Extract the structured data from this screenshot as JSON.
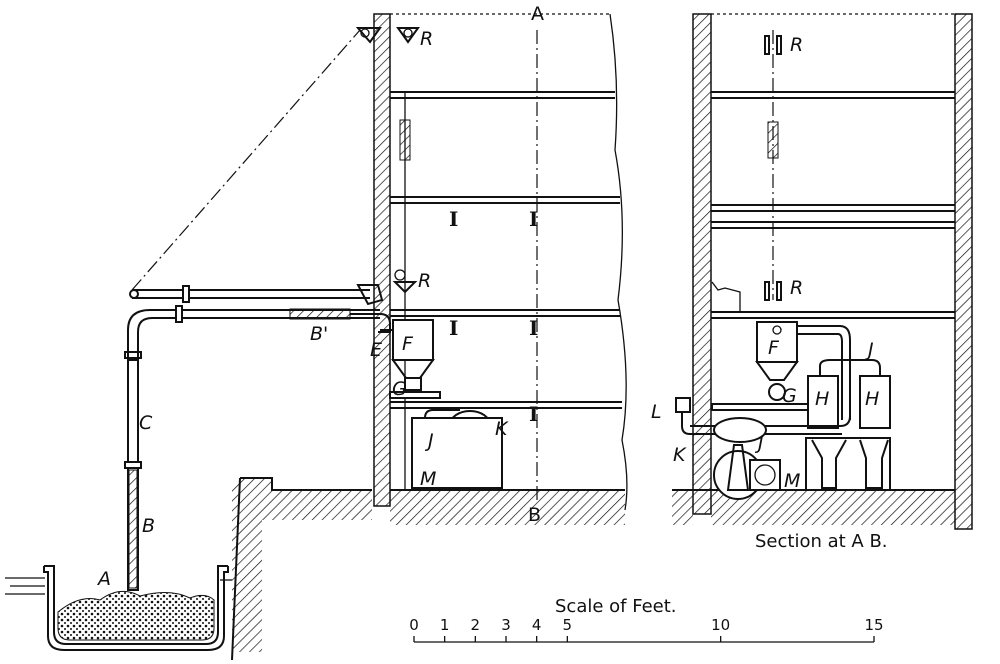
{
  "title": "Pneumatic grain-unloading plant: elevation and section",
  "elevation_labels": {
    "section_top": "A",
    "section_bottom": "B",
    "pulley_top": "R",
    "pulley_mid": "R",
    "flexible_joint": "B'",
    "elbow": "E",
    "receiver": "F",
    "valve": "G",
    "pipe": "C",
    "suction_pipe": "B",
    "nozzle": "A",
    "exhaust_pipe": "J",
    "pump": "K",
    "motor": "M",
    "floor_beam": "I"
  },
  "section_labels": {
    "pulley_top": "R",
    "pulley_mid": "R",
    "receiver": "F",
    "valve": "G",
    "pipe_upper": "J",
    "pipe_lower": "J",
    "filter_left": "H",
    "filter_right": "H",
    "outlet": "L",
    "pump": "K",
    "motor": "M",
    "caption": "Section at A B."
  },
  "scale": {
    "title": "Scale of Feet.",
    "ticks": [
      "0",
      "1",
      "2",
      "3",
      "4",
      "5",
      "10",
      "15"
    ],
    "tick_values": [
      0,
      1,
      2,
      3,
      4,
      5,
      10,
      15
    ],
    "max": 15
  }
}
